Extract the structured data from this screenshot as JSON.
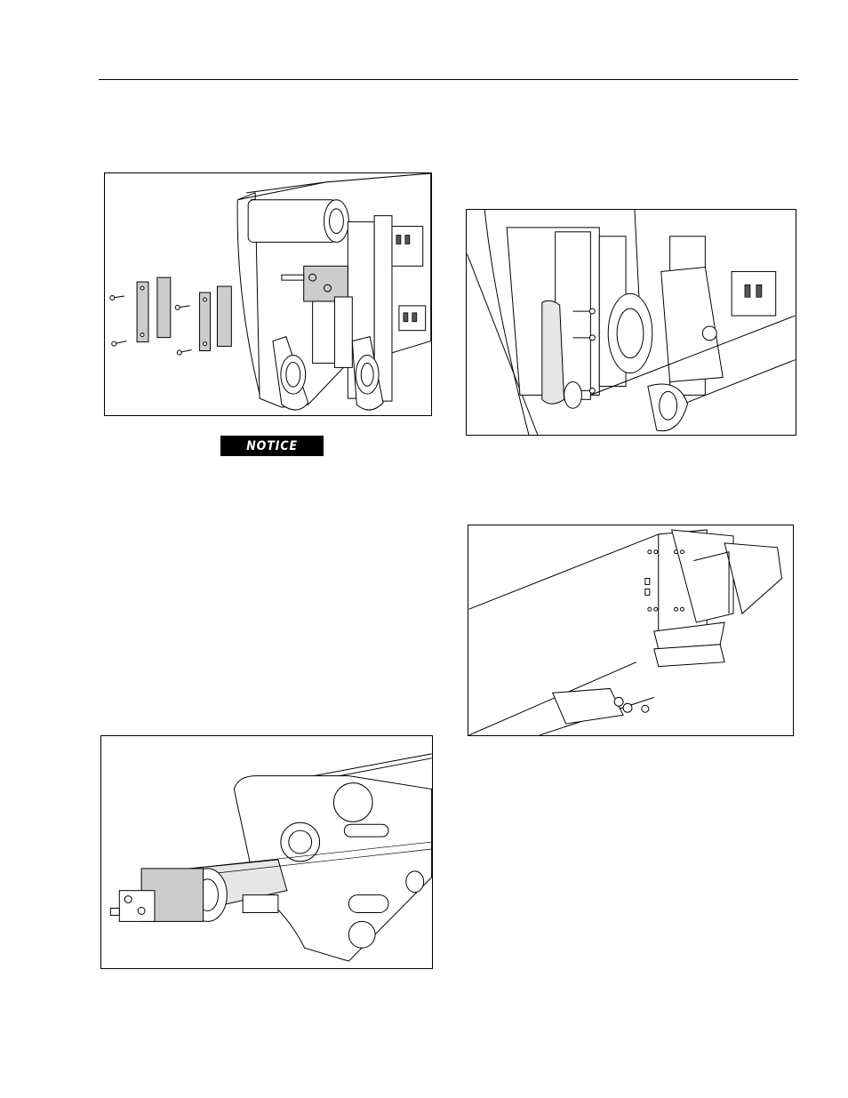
{
  "header": {},
  "notice": {
    "label": "NOTICE"
  },
  "figures": [
    {
      "id": "fig1",
      "icon": "boom-wear-pad-removal-illustration"
    },
    {
      "id": "fig2",
      "icon": "boom-sheave-wear-pad-illustration"
    },
    {
      "id": "fig3",
      "icon": "boom-section-bracket-illustration"
    },
    {
      "id": "fig4",
      "icon": "telescope-cylinder-boom-head-illustration"
    }
  ]
}
